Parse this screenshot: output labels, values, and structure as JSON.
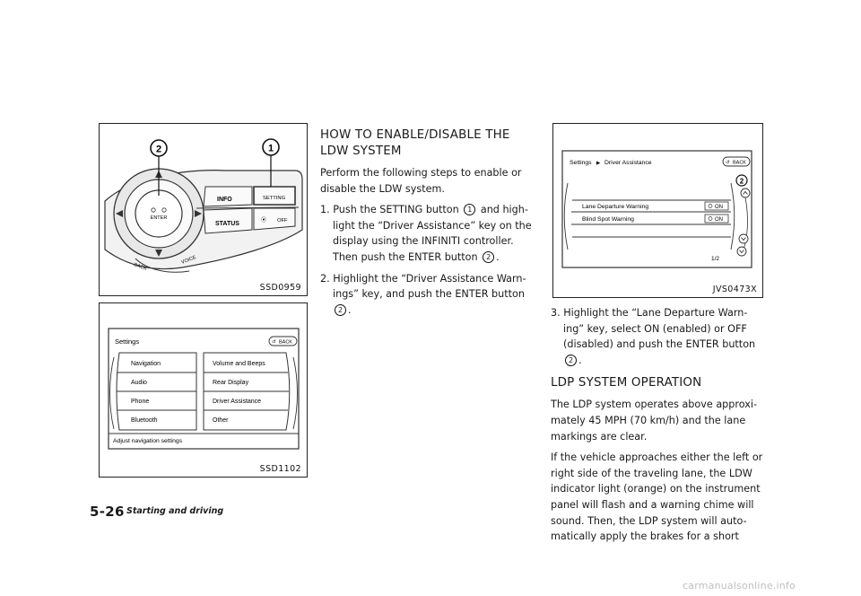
{
  "figures": {
    "fig1": {
      "code": "SSD0959",
      "callout1": "1",
      "callout2": "2",
      "labels": {
        "info": "INFO",
        "setting": "SETTING",
        "status": "STATUS",
        "off": "OFF",
        "enter": "ENTER",
        "back": "BACK",
        "voice": "VOICE"
      }
    },
    "fig2": {
      "code": "SSD1102",
      "title": "Settings",
      "back": "BACK",
      "left_items": [
        "Navigation",
        "Audio",
        "Phone",
        "Bluetooth"
      ],
      "right_items": [
        "Volume and Beeps",
        "Rear Display",
        "Driver Assistance",
        "Other"
      ],
      "status_line": "Adjust navigation settings"
    },
    "fig3": {
      "code": "JVS0473X",
      "breadcrumb_root": "Settings",
      "breadcrumb_sep": "▶",
      "breadcrumb_child": "Driver Assistance",
      "back": "BACK",
      "rows": [
        {
          "label": "Lane Departure Warning",
          "state": "ON"
        },
        {
          "label": "Blind Spot Warning",
          "state": "ON"
        }
      ],
      "page_indicator": "1/2"
    }
  },
  "text": {
    "heading1": "HOW TO ENABLE/DISABLE THE LDW SYSTEM",
    "intro": "Perform the following steps to enable or disable the LDW system.",
    "step1": {
      "num": "1.",
      "a": "Push the SETTING button",
      "circ": "1",
      "b": "and high-",
      "c": "light the “Driver Assistance” key on the display using the INFINITI controller. Then push the ENTER button",
      "circ2": "2",
      "end": "."
    },
    "step2": {
      "num": "2.",
      "a": "Highlight the “Driver Assistance Warn-",
      "b": "ings” key, and push the ENTER button",
      "circ": "2",
      "end": "."
    },
    "step3": {
      "num": "3.",
      "a": "Highlight the “Lane Departure Warn-",
      "b": "ing” key, select ON (enabled) or OFF (disabled) and push the ENTER button",
      "circ": "2",
      "end": "."
    },
    "heading2": "LDP SYSTEM OPERATION",
    "para1": "The LDP system operates above approxi- mately 45 MPH (70 km/h) and the lane markings are clear.",
    "para2": "If the vehicle approaches either the left or right side of the traveling lane, the LDW indicator light (orange) on the instrument panel will flash and a warning chime will sound. Then, the LDP system will auto- matically apply the brakes for a short"
  },
  "footer": {
    "page_number": "5-26",
    "section": "Starting and driving",
    "watermark": "carmanualsonline.info"
  }
}
